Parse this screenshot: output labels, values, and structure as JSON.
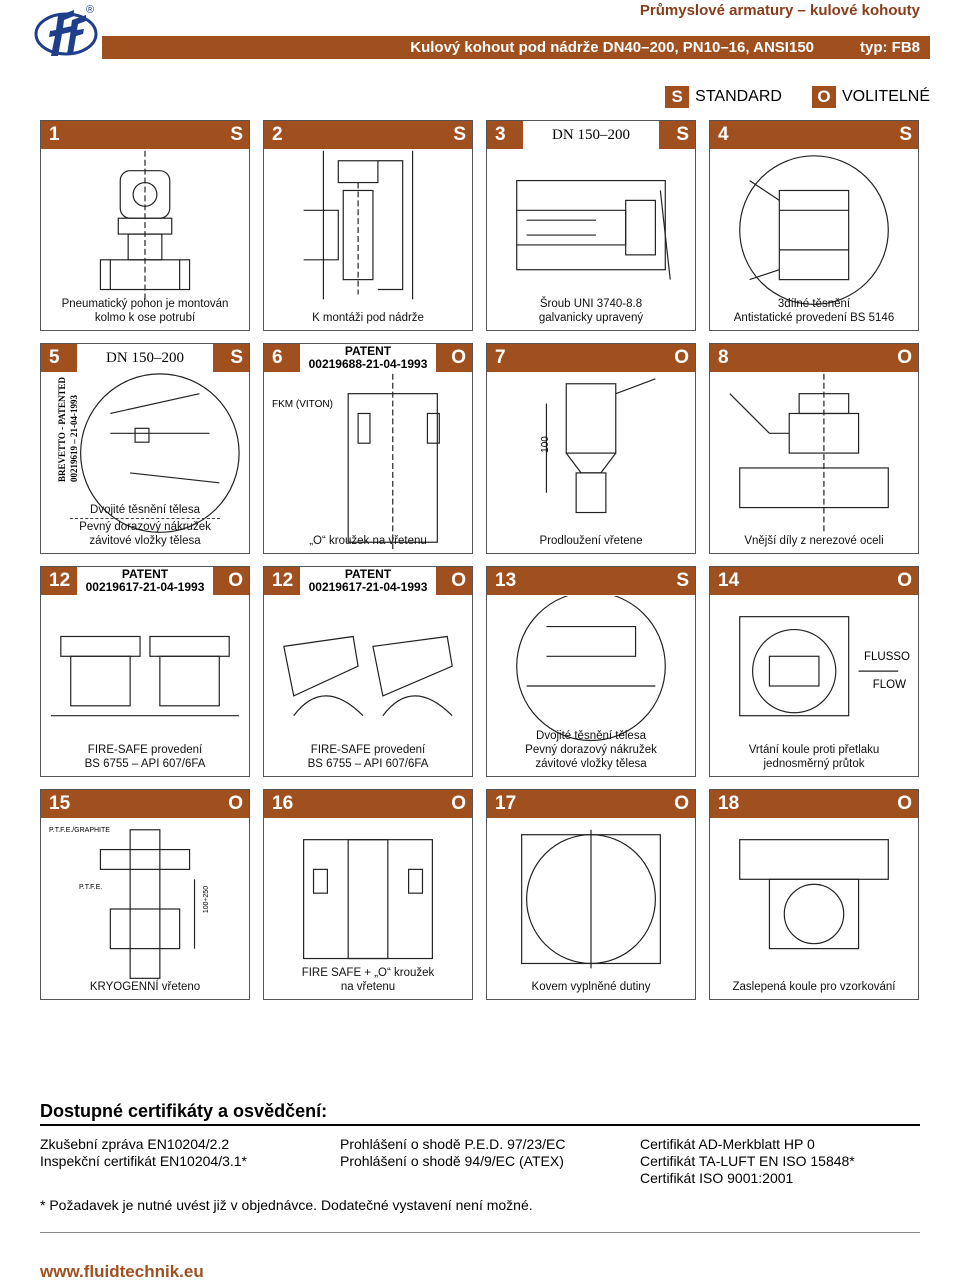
{
  "header": {
    "brand": "Průmyslové armatury – kulové kohouty",
    "title": "Kulový kohout pod nádrže DN40–200, PN10–16, ANSI150",
    "type": "typ: FB8",
    "logo_mark": "®"
  },
  "legend": {
    "standard_code": "S",
    "standard_label": "STANDARD",
    "optional_code": "O",
    "optional_label": "VOLITELNÉ"
  },
  "panels": [
    {
      "num": "1",
      "tag": "S",
      "middle": "",
      "caption": [
        "Pneumatický pohon je montován",
        "kolmo k ose potrubí"
      ]
    },
    {
      "num": "2",
      "tag": "S",
      "middle": "",
      "caption": [
        "K montáži pod nádrže"
      ]
    },
    {
      "num": "3",
      "tag": "S",
      "middle": "DN 150–200",
      "caption": [
        "Šroub UNI 3740-8.8",
        "galvanicky upravený"
      ]
    },
    {
      "num": "4",
      "tag": "S",
      "middle": "",
      "caption": [
        "3dílné těsnění",
        "Antistatické provedení BS 5146"
      ]
    },
    {
      "num": "5",
      "tag": "S",
      "middle": "DN 150–200",
      "caption": [
        "Dvojité těsnění tělesa",
        "Pevný dorazový nákružek",
        "závitové vložky tělesa"
      ],
      "side": [
        "BREVETTO - PATENTED",
        "00219619 – 21-04-1993"
      ]
    },
    {
      "num": "6",
      "tag": "O",
      "patent": [
        "PATENT",
        "00219688-21-04-1993"
      ],
      "caption": [
        "„O“ kroužek na vřetenu"
      ],
      "label": "FKM (VITON)"
    },
    {
      "num": "7",
      "tag": "O",
      "middle": "",
      "caption": [
        "Prodloužení vřetene"
      ],
      "label": "100"
    },
    {
      "num": "8",
      "tag": "O",
      "middle": "",
      "caption": [
        "Vnější díly z nerezové oceli"
      ]
    },
    {
      "num": "12",
      "tag": "O",
      "patent": [
        "PATENT",
        "00219617-21-04-1993"
      ],
      "caption": [
        "FIRE-SAFE provedení",
        "BS 6755 – API 607/6FA"
      ]
    },
    {
      "num": "12",
      "tag": "O",
      "patent": [
        "PATENT",
        "00219617-21-04-1993"
      ],
      "caption": [
        "FIRE-SAFE provedení",
        "BS 6755 – API 607/6FA"
      ]
    },
    {
      "num": "13",
      "tag": "S",
      "middle": "",
      "caption": [
        "Dvojité těsnění tělesa",
        "Pevný dorazový nákružek",
        "závitové vložky tělesa"
      ]
    },
    {
      "num": "14",
      "tag": "O",
      "middle": "",
      "caption": [
        "Vrtání koule proti přetlaku",
        "jednosměrný průtok"
      ],
      "labels": [
        "FLUSSO",
        "FLOW"
      ]
    },
    {
      "num": "15",
      "tag": "O",
      "middle": "",
      "caption": [
        "KRYOGENNÍ vřeteno"
      ],
      "labels": [
        "P.T.F.E./GRAPHITE",
        "P.T.F.E.",
        "100÷250"
      ]
    },
    {
      "num": "16",
      "tag": "O",
      "middle": "",
      "caption": [
        "FIRE SAFE + „O“ kroužek",
        "na vřetenu"
      ]
    },
    {
      "num": "17",
      "tag": "O",
      "middle": "",
      "caption": [
        "Kovem vyplněné dutiny"
      ]
    },
    {
      "num": "18",
      "tag": "O",
      "middle": "",
      "caption": [
        "Zaslepená koule pro vzorkování"
      ]
    }
  ],
  "certificates": {
    "title": "Dostupné certifikáty a osvědčení:",
    "col1": [
      "Zkušební zpráva EN10204/2.2",
      "Inspekční certifikát EN10204/3.1*"
    ],
    "col2": [
      "Prohlášení o shodě P.E.D. 97/23/EC",
      "Prohlášení o shodě 94/9/EC (ATEX)"
    ],
    "col3": [
      "Certifikát AD-Merkblatt HP 0",
      "Certifikát TA-LUFT EN ISO 15848*",
      "Certifikát ISO 9001:2001"
    ],
    "note": "* Požadavek je nutné uvést již v objednávce. Dodatečné vystavení není možné."
  },
  "footer": {
    "url": "www.fluidtechnik.eu"
  },
  "colors": {
    "accent": "#a0501f",
    "brand_text": "#8a3d1a"
  }
}
